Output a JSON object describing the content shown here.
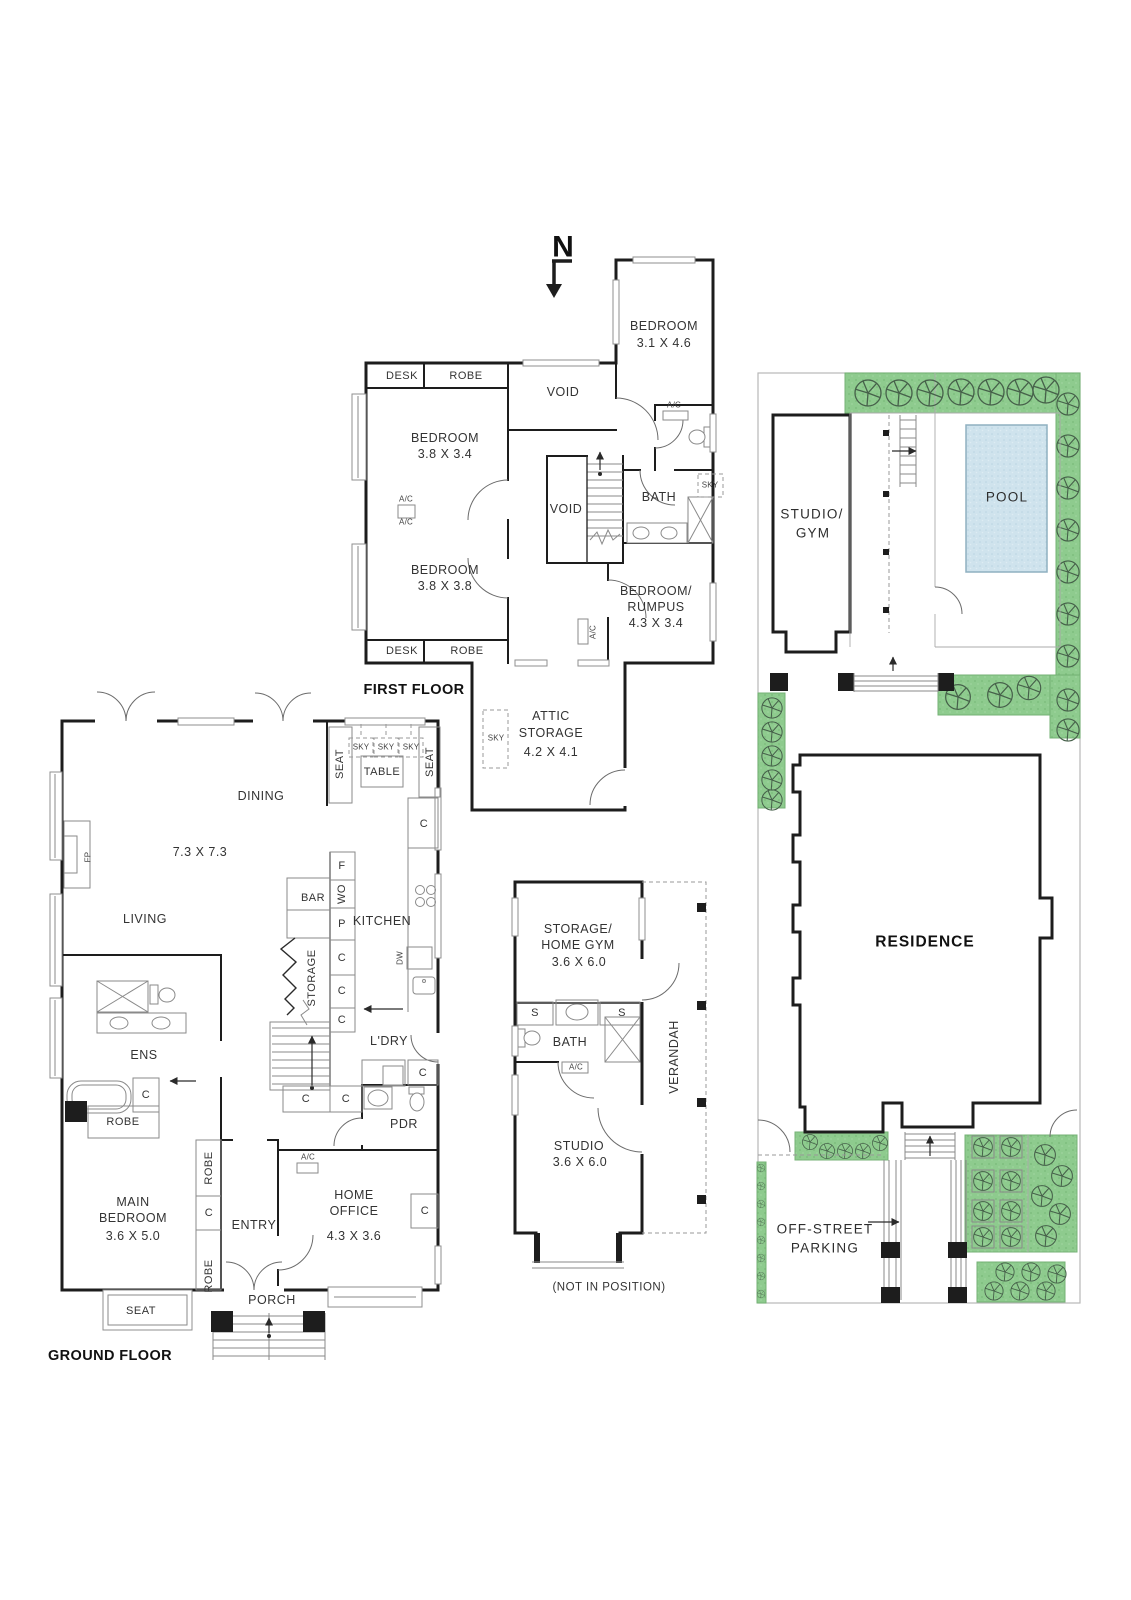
{
  "north": {
    "label": "N"
  },
  "first_floor": {
    "title": "FIRST FLOOR",
    "bedroom_ne": {
      "name": "BEDROOM",
      "dims": "3.1 X 4.6"
    },
    "desk_top": "DESK",
    "robe_top": "ROBE",
    "void_top": "VOID",
    "wc_ac": "A/C",
    "bedroom_w1": {
      "name": "BEDROOM",
      "dims": "3.8 X 3.4"
    },
    "ac_upper": "A/C",
    "ac_lower": "A/C",
    "void_mid": "VOID",
    "bath": "BATH",
    "bath_sky": "SKY",
    "bedroom_w2": {
      "name": "BEDROOM",
      "dims": "3.8 X 3.8"
    },
    "rumpus": {
      "line1": "BEDROOM/",
      "line2": "RUMPUS",
      "dims": "4.3 X 3.4"
    },
    "rumpus_ac": "A/C",
    "desk_bottom": "DESK",
    "robe_bottom": "ROBE",
    "attic": {
      "line1": "ATTIC",
      "line2": "STORAGE",
      "dims": "4.2 X 4.1"
    },
    "attic_sky": "SKY"
  },
  "ground_floor": {
    "title": "GROUND FLOOR",
    "seat_left": "SEAT",
    "sky1": "SKY",
    "sky2": "SKY",
    "sky3": "SKY",
    "table": "TABLE",
    "seat_right": "SEAT",
    "dining": "DINING",
    "living_dims": "7.3 X 7.3",
    "fireplace": "FP",
    "living": "LIVING",
    "bar": "BAR",
    "cab_f": "F",
    "cab_wo": "WO",
    "cab_p": "P",
    "cab_c1": "C",
    "cab_c2": "C",
    "cab_c3": "C",
    "storage": "STORAGE",
    "kitchen": "KITCHEN",
    "cab_c_top": "C",
    "dishwasher": "DW",
    "ens": "ENS",
    "ens_c": "C",
    "ens_robe": "ROBE",
    "laundry": "L'DRY",
    "laundry_c_right": "C",
    "laundry_c1": "C",
    "laundry_c2": "C",
    "pdr": "PDR",
    "main_bedroom": {
      "line1": "MAIN",
      "line2": "BEDROOM",
      "dims": "3.6 X 5.0"
    },
    "robe_upper": "ROBE",
    "robe_c": "C",
    "robe_lower": "ROBE",
    "entry": "ENTRY",
    "office_ac": "A/C",
    "home_office": {
      "line1": "HOME",
      "line2": "OFFICE",
      "dims": "4.3 X 3.6"
    },
    "office_c": "C",
    "porch": "PORCH",
    "seat_bottom": "SEAT"
  },
  "studio_building": {
    "storage_gym": {
      "line1": "STORAGE/",
      "line2": "HOME GYM",
      "dims": "3.6 X 6.0"
    },
    "s_left": "S",
    "s_right": "S",
    "bath": "BATH",
    "ac": "A/C",
    "studio": {
      "name": "STUDIO",
      "dims": "3.6 X 6.0"
    },
    "verandah": "VERANDAH",
    "note": "(NOT IN POSITION)"
  },
  "site_plan": {
    "studio_gym": {
      "line1": "STUDIO/",
      "line2": "GYM"
    },
    "pool": "POOL",
    "residence": "RESIDENCE",
    "parking": {
      "line1": "OFF-STREET",
      "line2": "PARKING"
    }
  },
  "colors": {
    "wall": "#1d1d1d",
    "garden": "#8ecb8e",
    "pool": "#cfe3ed",
    "fixture": "#8a8a8a",
    "boundary": "#b8b8b8"
  }
}
